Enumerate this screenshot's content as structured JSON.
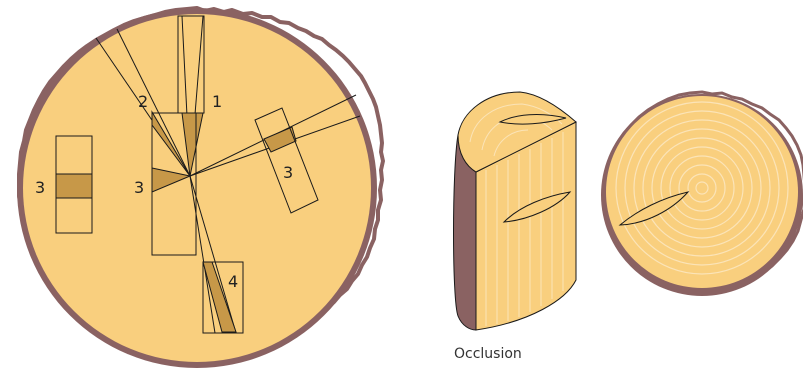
{
  "figures": {
    "log_section": {
      "labels": {
        "l1": "1",
        "l2": "2",
        "l3_left": "3",
        "l3_center": "3",
        "l3_right": "3",
        "l4": "4"
      }
    },
    "occlusion": {
      "caption": "Occlusion"
    }
  },
  "colors": {
    "wood": "#f9cf7e",
    "bark": "#8a6262",
    "knot": "#c79848",
    "ring": "#fbe4b8",
    "outline": "#1a1a1a"
  }
}
